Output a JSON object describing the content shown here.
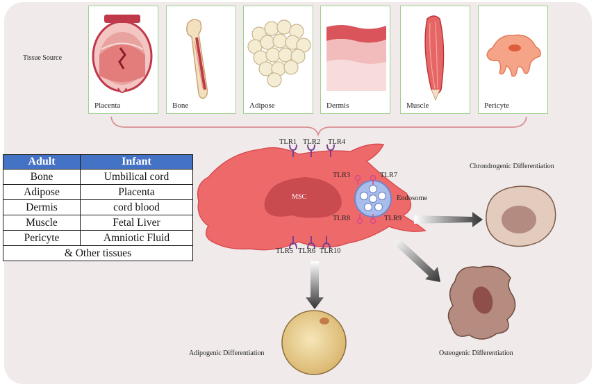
{
  "tissue_source_label": "Tissue Source",
  "tissues": [
    "Placenta",
    "Bone",
    "Adipose",
    "Dermis",
    "Muscle",
    "Pericyte"
  ],
  "table": {
    "headers": [
      "Adult",
      "Infant"
    ],
    "rows": [
      [
        "Bone",
        "Umbilical cord"
      ],
      [
        "Adipose",
        "Placenta"
      ],
      [
        "Dermis",
        "cord blood"
      ],
      [
        "Muscle",
        "Fetal Liver"
      ],
      [
        "Pericyte",
        "Amniotic Fluid"
      ]
    ],
    "footer": "& Other tissues"
  },
  "cell": {
    "label": "MSC",
    "endosome_label": "Endosome",
    "surface_receptors_top": [
      "TLR1",
      "TLR2",
      "TLR4"
    ],
    "surface_receptors_bottom": [
      "TLR5",
      "TLR6",
      "TLR10"
    ],
    "endosomal_receptors": [
      "TLR3",
      "TLR7",
      "TLR8",
      "TLR9"
    ]
  },
  "differentiation": {
    "chondrogenic": "Chrondrogenic Differentiation",
    "osteogenic": "Osteogenic Differentiation",
    "adipogenic": "Adipogenic Differentiation"
  },
  "colors": {
    "panel_border": "#9ed08d",
    "msc_body": "#ee6a6a",
    "nucleus": "#c94a4f",
    "endosome": "#a8bdec",
    "receptor": "#7b3f8c",
    "table_header": "#4472c4"
  }
}
